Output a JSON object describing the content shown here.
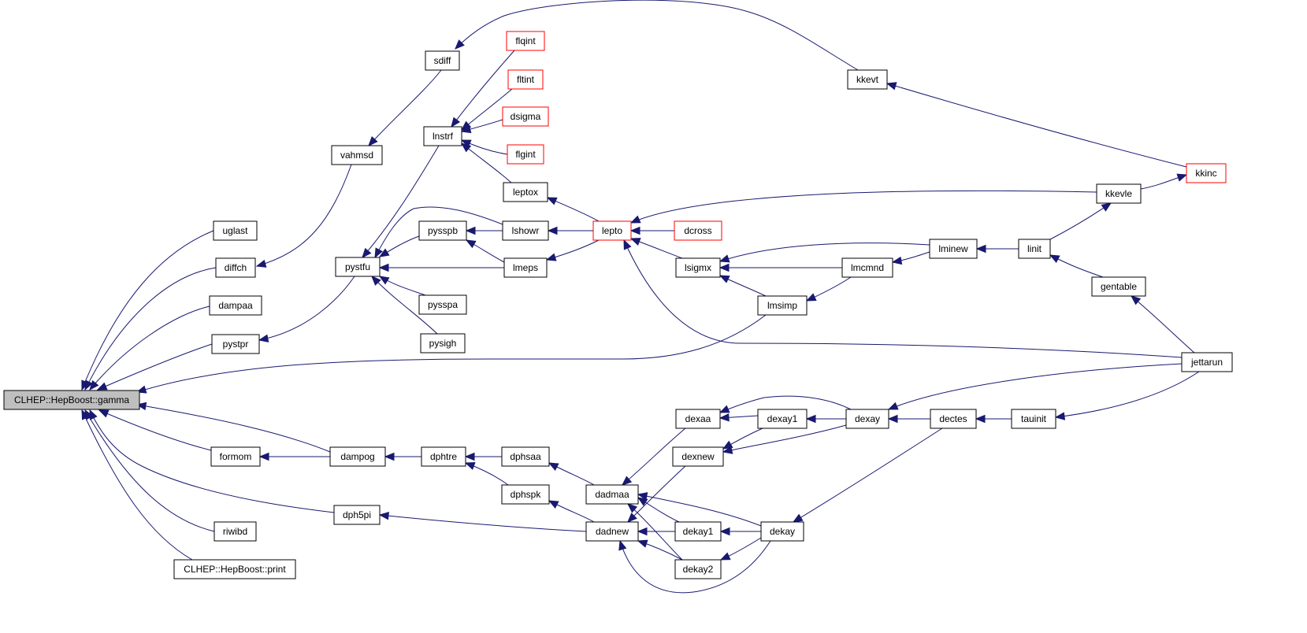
{
  "graph": {
    "colors": {
      "edge": "#191970",
      "node_border": "#000000",
      "node_border_truncated": "#ff0000",
      "root_fill": "#bfbfbf",
      "node_fill": "#ffffff"
    },
    "nodes": [
      {
        "id": "gamma",
        "label": "CLHEP::HepBoost::gamma",
        "kind": "root"
      },
      {
        "id": "uglast",
        "label": "uglast"
      },
      {
        "id": "diffch",
        "label": "diffch"
      },
      {
        "id": "dampaa",
        "label": "dampaa"
      },
      {
        "id": "pystpr",
        "label": "pystpr"
      },
      {
        "id": "formom",
        "label": "formom"
      },
      {
        "id": "riwibd",
        "label": "riwibd"
      },
      {
        "id": "print",
        "label": "CLHEP::HepBoost::print"
      },
      {
        "id": "vahmsd",
        "label": "vahmsd"
      },
      {
        "id": "sdiff",
        "label": "sdiff"
      },
      {
        "id": "pystfu",
        "label": "pystfu"
      },
      {
        "id": "dampog",
        "label": "dampog"
      },
      {
        "id": "dph5pi",
        "label": "dph5pi"
      },
      {
        "id": "lnstrf",
        "label": "lnstrf"
      },
      {
        "id": "pysspb",
        "label": "pysspb"
      },
      {
        "id": "pysspa",
        "label": "pysspa"
      },
      {
        "id": "pysigh",
        "label": "pysigh"
      },
      {
        "id": "dphtre",
        "label": "dphtre"
      },
      {
        "id": "flqint",
        "label": "flqint",
        "kind": "truncated"
      },
      {
        "id": "fltint",
        "label": "fltint",
        "kind": "truncated"
      },
      {
        "id": "dsigma",
        "label": "dsigma",
        "kind": "truncated"
      },
      {
        "id": "flgint",
        "label": "flgint",
        "kind": "truncated"
      },
      {
        "id": "leptox",
        "label": "leptox"
      },
      {
        "id": "lshowr",
        "label": "lshowr"
      },
      {
        "id": "lmeps",
        "label": "lmeps"
      },
      {
        "id": "dphsaa",
        "label": "dphsaa"
      },
      {
        "id": "dphspk",
        "label": "dphspk"
      },
      {
        "id": "dadmaa",
        "label": "dadmaa"
      },
      {
        "id": "dadnew",
        "label": "dadnew"
      },
      {
        "id": "lepto",
        "label": "lepto",
        "kind": "truncated"
      },
      {
        "id": "dcross",
        "label": "dcross",
        "kind": "truncated"
      },
      {
        "id": "lsigmx",
        "label": "lsigmx"
      },
      {
        "id": "dexaa",
        "label": "dexaa"
      },
      {
        "id": "dexnew",
        "label": "dexnew"
      },
      {
        "id": "dekay1",
        "label": "dekay1"
      },
      {
        "id": "dekay2",
        "label": "dekay2"
      },
      {
        "id": "lmsimp",
        "label": "lmsimp"
      },
      {
        "id": "dexay1",
        "label": "dexay1"
      },
      {
        "id": "dekay",
        "label": "dekay"
      },
      {
        "id": "lmcmnd",
        "label": "lmcmnd"
      },
      {
        "id": "dexay",
        "label": "dexay"
      },
      {
        "id": "kkevt",
        "label": "kkevt"
      },
      {
        "id": "lminew",
        "label": "lminew"
      },
      {
        "id": "dectes",
        "label": "dectes"
      },
      {
        "id": "linit",
        "label": "linit"
      },
      {
        "id": "tauinit",
        "label": "tauinit"
      },
      {
        "id": "kkevle",
        "label": "kkevle"
      },
      {
        "id": "gentable",
        "label": "gentable"
      },
      {
        "id": "kkinc",
        "label": "kkinc",
        "kind": "truncated"
      },
      {
        "id": "jettarun",
        "label": "jettarun"
      }
    ],
    "edges": [
      {
        "from": "uglast",
        "to": "gamma"
      },
      {
        "from": "diffch",
        "to": "gamma"
      },
      {
        "from": "dampaa",
        "to": "gamma"
      },
      {
        "from": "pystpr",
        "to": "gamma"
      },
      {
        "from": "lmsimp",
        "to": "gamma"
      },
      {
        "from": "dampog",
        "to": "gamma"
      },
      {
        "from": "formom",
        "to": "gamma"
      },
      {
        "from": "dph5pi",
        "to": "gamma"
      },
      {
        "from": "riwibd",
        "to": "gamma"
      },
      {
        "from": "print",
        "to": "gamma"
      },
      {
        "from": "vahmsd",
        "to": "diffch"
      },
      {
        "from": "sdiff",
        "to": "vahmsd"
      },
      {
        "from": "kkevt",
        "to": "sdiff"
      },
      {
        "from": "kkinc",
        "to": "kkevt"
      },
      {
        "from": "pystfu",
        "to": "pystpr"
      },
      {
        "from": "lnstrf",
        "to": "pystfu"
      },
      {
        "from": "pysspb",
        "to": "pystfu"
      },
      {
        "from": "lshowr",
        "to": "pystfu"
      },
      {
        "from": "lmeps",
        "to": "pystfu"
      },
      {
        "from": "pysspa",
        "to": "pystfu"
      },
      {
        "from": "pysigh",
        "to": "pystfu"
      },
      {
        "from": "flqint",
        "to": "lnstrf"
      },
      {
        "from": "fltint",
        "to": "lnstrf"
      },
      {
        "from": "dsigma",
        "to": "lnstrf"
      },
      {
        "from": "flgint",
        "to": "lnstrf"
      },
      {
        "from": "leptox",
        "to": "lnstrf"
      },
      {
        "from": "lshowr",
        "to": "pysspb"
      },
      {
        "from": "lmeps",
        "to": "pysspb"
      },
      {
        "from": "lepto",
        "to": "leptox"
      },
      {
        "from": "lepto",
        "to": "lshowr"
      },
      {
        "from": "lepto",
        "to": "lmeps"
      },
      {
        "from": "dcross",
        "to": "lepto"
      },
      {
        "from": "lsigmx",
        "to": "lepto"
      },
      {
        "from": "kkevle",
        "to": "lepto"
      },
      {
        "from": "jettarun",
        "to": "lepto"
      },
      {
        "from": "lminew",
        "to": "lsigmx"
      },
      {
        "from": "lmcmnd",
        "to": "lsigmx"
      },
      {
        "from": "lmsimp",
        "to": "lsigmx"
      },
      {
        "from": "lmcmnd",
        "to": "lmsimp"
      },
      {
        "from": "lminew",
        "to": "lmcmnd"
      },
      {
        "from": "linit",
        "to": "lminew"
      },
      {
        "from": "linit",
        "to": "kkevle"
      },
      {
        "from": "gentable",
        "to": "linit"
      },
      {
        "from": "kkevle",
        "to": "kkinc"
      },
      {
        "from": "jettarun",
        "to": "gentable"
      },
      {
        "from": "dampog",
        "to": "formom"
      },
      {
        "from": "dphtre",
        "to": "dampog"
      },
      {
        "from": "dphsaa",
        "to": "dphtre"
      },
      {
        "from": "dphspk",
        "to": "dphtre"
      },
      {
        "from": "dadmaa",
        "to": "dphsaa"
      },
      {
        "from": "dadnew",
        "to": "dphspk"
      },
      {
        "from": "dadnew",
        "to": "dph5pi"
      },
      {
        "from": "dexaa",
        "to": "dadmaa"
      },
      {
        "from": "dekay1",
        "to": "dadmaa"
      },
      {
        "from": "dekay2",
        "to": "dadmaa"
      },
      {
        "from": "dekay",
        "to": "dadmaa"
      },
      {
        "from": "dexnew",
        "to": "dadnew"
      },
      {
        "from": "dekay1",
        "to": "dadnew"
      },
      {
        "from": "dekay2",
        "to": "dadnew"
      },
      {
        "from": "dekay",
        "to": "dadnew"
      },
      {
        "from": "dexay1",
        "to": "dexaa"
      },
      {
        "from": "dexay",
        "to": "dexaa"
      },
      {
        "from": "dexay1",
        "to": "dexnew"
      },
      {
        "from": "dexay",
        "to": "dexnew"
      },
      {
        "from": "dexay",
        "to": "dexay1"
      },
      {
        "from": "dectes",
        "to": "dexay"
      },
      {
        "from": "jettarun",
        "to": "dexay"
      },
      {
        "from": "dekay",
        "to": "dekay1"
      },
      {
        "from": "dekay",
        "to": "dekay2"
      },
      {
        "from": "dectes",
        "to": "dekay"
      },
      {
        "from": "tauinit",
        "to": "dectes"
      },
      {
        "from": "jettarun",
        "to": "tauinit"
      }
    ]
  }
}
